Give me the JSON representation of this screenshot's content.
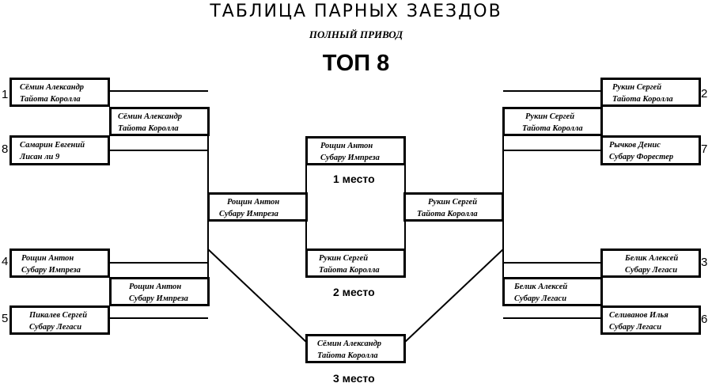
{
  "header": {
    "title": "ТАБЛИЦА  ПАРНЫХ  ЗАЕЗДОВ",
    "subtitle": "ПОЛНЫЙ ПРИВОД",
    "stage": "ТОП 8"
  },
  "left": {
    "r1": [
      {
        "seed": "1",
        "name": "Сёмин Александр",
        "car": "Тайота Королла"
      },
      {
        "seed": "8",
        "name": "Самарин Евгений",
        "car": "Лисан ли 9"
      },
      {
        "seed": "4",
        "name": "Рощин Антон",
        "car": "Субару Импреза"
      },
      {
        "seed": "5",
        "name": "Пикалев Сергей",
        "car": "Субару Легаси"
      }
    ],
    "qf": [
      {
        "name": "Сёмин Александр",
        "car": "Тайота Королла"
      },
      {
        "name": "Рощин Антон",
        "car": "Субару Импреза"
      }
    ],
    "sf": {
      "name": "Рощин Антон",
      "car": "Субару Импреза"
    }
  },
  "right": {
    "r1": [
      {
        "seed": "2",
        "name": "Рукин Сергей",
        "car": "Тайота Королла"
      },
      {
        "seed": "7",
        "name": "Рычков Денис",
        "car": "Субару Форестер"
      },
      {
        "seed": "3",
        "name": "Белик Алексей",
        "car": "Субару Легаси"
      },
      {
        "seed": "6",
        "name": "Селиванов Илья",
        "car": "Субару Легаси"
      }
    ],
    "qf": [
      {
        "name": "Рукин Сергей",
        "car": "Тайота Королла"
      },
      {
        "name": "Белик Алексей",
        "car": "Субару Легаси"
      }
    ],
    "sf": {
      "name": "Рукин Сергей",
      "car": "Тайота Королла"
    }
  },
  "final": {
    "first": {
      "name": "Рощин Антон",
      "car": "Субару Импреза"
    },
    "second": {
      "name": "Рукин Сергей",
      "car": "Тайота Королла"
    },
    "third": {
      "name": "Сёмин Александр",
      "car": "Тайота Королла"
    }
  },
  "places": {
    "first": "1 место",
    "second": "2 место",
    "third": "3 место"
  }
}
